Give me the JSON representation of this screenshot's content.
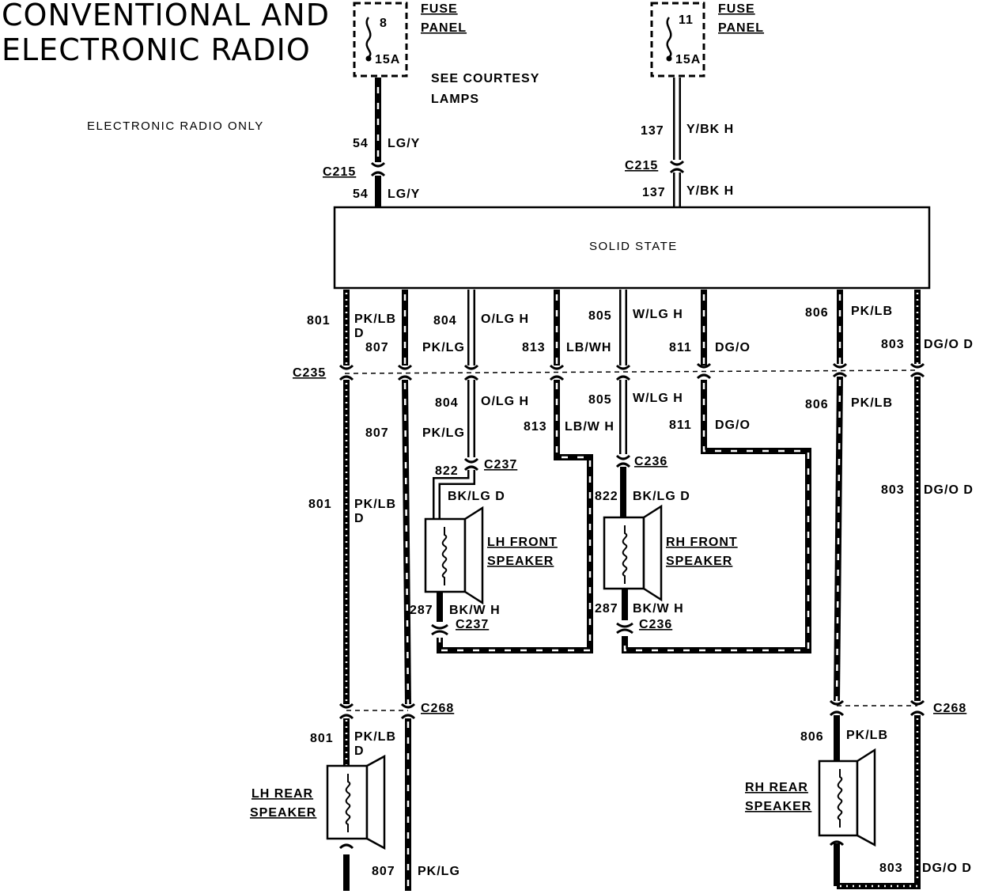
{
  "title": {
    "line1": "CONVENTIONAL AND",
    "line2": "ELECTRONIC RADIO"
  },
  "note_electronic": "ELECTRONIC RADIO ONLY",
  "note_courtesy": {
    "line1": "SEE COURTESY",
    "line2": "LAMPS"
  },
  "fuse1": {
    "number": "8",
    "rating": "15A",
    "label1": "FUSE",
    "label2": "PANEL"
  },
  "fuse2": {
    "number": "11",
    "rating": "15A",
    "label1": "FUSE",
    "label2": "PANEL"
  },
  "module": {
    "label": "SOLID STATE"
  },
  "connectors": {
    "c215a": "C215",
    "c215b": "C215",
    "c235": "C235",
    "c237a": "C237",
    "c237b": "C237",
    "c236a": "C236",
    "c236b": "C236",
    "c268a": "C268",
    "c268b": "C268"
  },
  "wires": {
    "w54": {
      "num": "54",
      "color": "LG/Y"
    },
    "w137": {
      "num": "137",
      "color": "Y/BK H"
    },
    "w801": {
      "num": "801",
      "color": "PK/LB",
      "suffix": "D"
    },
    "w807": {
      "num": "807",
      "color": "PK/LG"
    },
    "w804": {
      "num": "804",
      "color": "O/LG H"
    },
    "w813": {
      "num": "813",
      "color": "LB/WH"
    },
    "w813b": {
      "num": "813",
      "color": "LB/W H"
    },
    "w805": {
      "num": "805",
      "color": "W/LG H"
    },
    "w811": {
      "num": "811",
      "color": "DG/O"
    },
    "w806": {
      "num": "806",
      "color": "PK/LB"
    },
    "w803": {
      "num": "803",
      "color": "DG/O D"
    },
    "w822a": {
      "num": "822",
      "color": "BK/LG D"
    },
    "w822b": {
      "num": "822",
      "color": "BK/LG D"
    },
    "w287a": {
      "num": "287",
      "color": "BK/W H"
    },
    "w287b": {
      "num": "287",
      "color": "BK/W H"
    }
  },
  "speakers": {
    "lh_front": {
      "line1": "LH FRONT",
      "line2": "SPEAKER"
    },
    "rh_front": {
      "line1": "RH FRONT",
      "line2": "SPEAKER"
    },
    "lh_rear": {
      "line1": "LH REAR",
      "line2": "SPEAKER"
    },
    "rh_rear": {
      "line1": "RH REAR",
      "line2": "SPEAKER"
    }
  }
}
